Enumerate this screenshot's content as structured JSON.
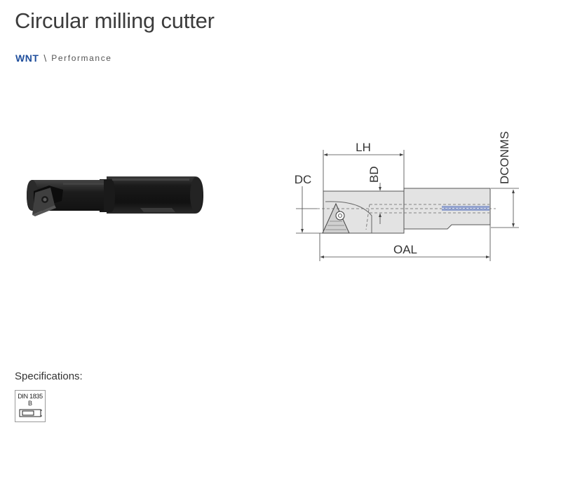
{
  "page": {
    "title": "Circular milling cutter"
  },
  "brand": {
    "logo_text": "WNT",
    "separator": "\\",
    "product_line": "Performance"
  },
  "drawing": {
    "labels": {
      "lh": "LH",
      "dc": "DC",
      "bd": "BD",
      "dconms": "DCONMS",
      "oal": "OAL"
    }
  },
  "specifications": {
    "title": "Specifications:",
    "badge": {
      "line1": "DIN 1835",
      "line2": "B",
      "icon": "shank-flat-icon"
    }
  },
  "colors": {
    "brand_blue": "#1f4e9c",
    "title_text": "#3c3c3c",
    "tool_body": "#1e1e1e",
    "drawing_fill": "#e3e3e3",
    "coolant_blue": "#6f86c6"
  }
}
